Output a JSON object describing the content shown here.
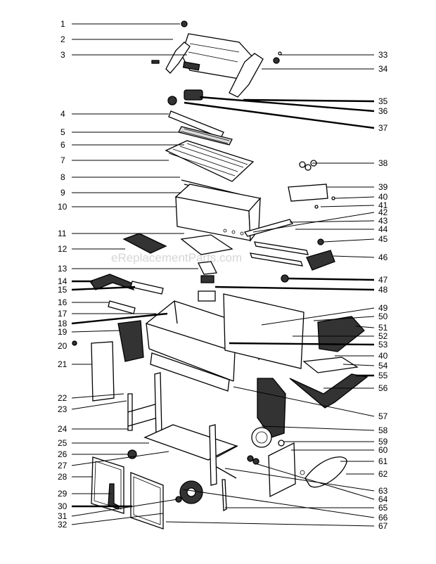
{
  "watermark": "eReplacementParts.com",
  "callouts_left": [
    "1",
    "2",
    "3",
    "4",
    "5",
    "6",
    "7",
    "8",
    "9",
    "10",
    "11",
    "12",
    "13",
    "14",
    "15",
    "16",
    "17",
    "18",
    "19",
    "20",
    "21",
    "22",
    "23",
    "24",
    "25",
    "26",
    "27",
    "28",
    "29",
    "30",
    "31",
    "32"
  ],
  "callouts_right": [
    "33",
    "34",
    "35",
    "36",
    "37",
    "38",
    "39",
    "40",
    "41",
    "42",
    "43",
    "44",
    "45",
    "46",
    "47",
    "48",
    "49",
    "50",
    "51",
    "52",
    "53",
    "40",
    "54",
    "55",
    "56",
    "57",
    "58",
    "59",
    "60",
    "61",
    "62",
    "63",
    "64",
    "65",
    "66",
    "67"
  ]
}
